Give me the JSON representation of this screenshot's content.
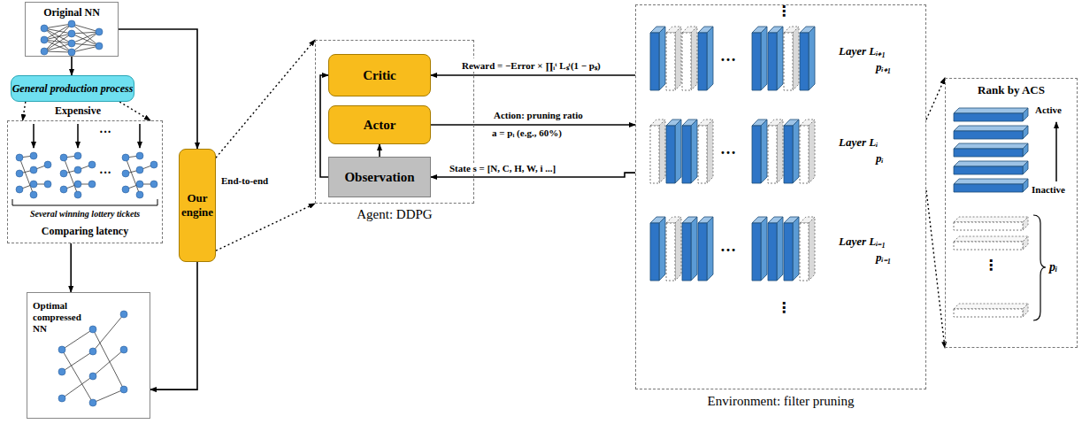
{
  "diagram": {
    "nodes": [
      {
        "text": [
          "Original NN"
        ]
      },
      {
        "text": [
          "General production process"
        ]
      },
      {
        "text": [
          "Several winning lottery tickets",
          "Comparing latency"
        ]
      },
      {
        "text": [
          "Optimal compressed NN"
        ]
      },
      {
        "text": [
          "Our engine"
        ]
      },
      {
        "text": [
          "Agent: DDPG"
        ]
      },
      {
        "text": [
          "Critic"
        ],
        "in": 5
      },
      {
        "text": [
          "Actor"
        ],
        "in": 5
      },
      {
        "text": [
          "Observation"
        ],
        "in": 5
      },
      {
        "text": [
          "Environment: filter pruning"
        ]
      },
      {
        "text": [
          "Rank by ACS"
        ]
      }
    ],
    "edges": [
      {
        "from": 0,
        "to": 1,
        "arrow": "to"
      },
      {
        "from": 0,
        "to": 4,
        "arrow": "to"
      },
      {
        "from": 1,
        "to": 2,
        "arrow": "to"
      },
      {
        "from": 1,
        "to": 2,
        "arrow": "to"
      },
      {
        "from": 2,
        "to": 3,
        "arrow": "to"
      },
      {
        "from": 4,
        "to": 3,
        "arrow": "to"
      },
      {
        "from": 4,
        "to": 5,
        "label": "End-to-end",
        "arrow": "to"
      },
      {
        "from": 4,
        "to": 5,
        "arrow": "to"
      },
      {
        "from": 8,
        "to": 7,
        "arrow": "to"
      },
      {
        "from": 8,
        "to": 6,
        "arrow": "to"
      },
      {
        "from": 9,
        "to": 6,
        "label": "Reward = −Error × ∏ᵢᵗ Lₛᵗ(1 − pₛ)",
        "arrow": "to"
      },
      {
        "from": 7,
        "to": 9,
        "label": "Action: pruning ratio",
        "arrow": "to"
      },
      {
        "from": 9,
        "to": 8,
        "label": "State s = [N, C, H, W, i ...]",
        "arrow": "to"
      },
      {
        "from": 9,
        "to": 10,
        "arrow": "to"
      },
      {
        "from": 9,
        "to": 10,
        "arrow": "to"
      }
    ],
    "labels": [
      "Expensive",
      "···",
      "···",
      "⋮",
      "…",
      "Layer Lᵢ₊₁",
      "pᵢ₊₁",
      "…",
      "Layer Lᵢ",
      "pᵢ",
      "…",
      "Layer Lᵢ₋₁",
      "pᵢ₋₁",
      "⋮",
      "a = pᵢ (e.g., 60%)",
      "Active",
      "Inactive",
      "⋮",
      "pᵢ"
    ]
  }
}
